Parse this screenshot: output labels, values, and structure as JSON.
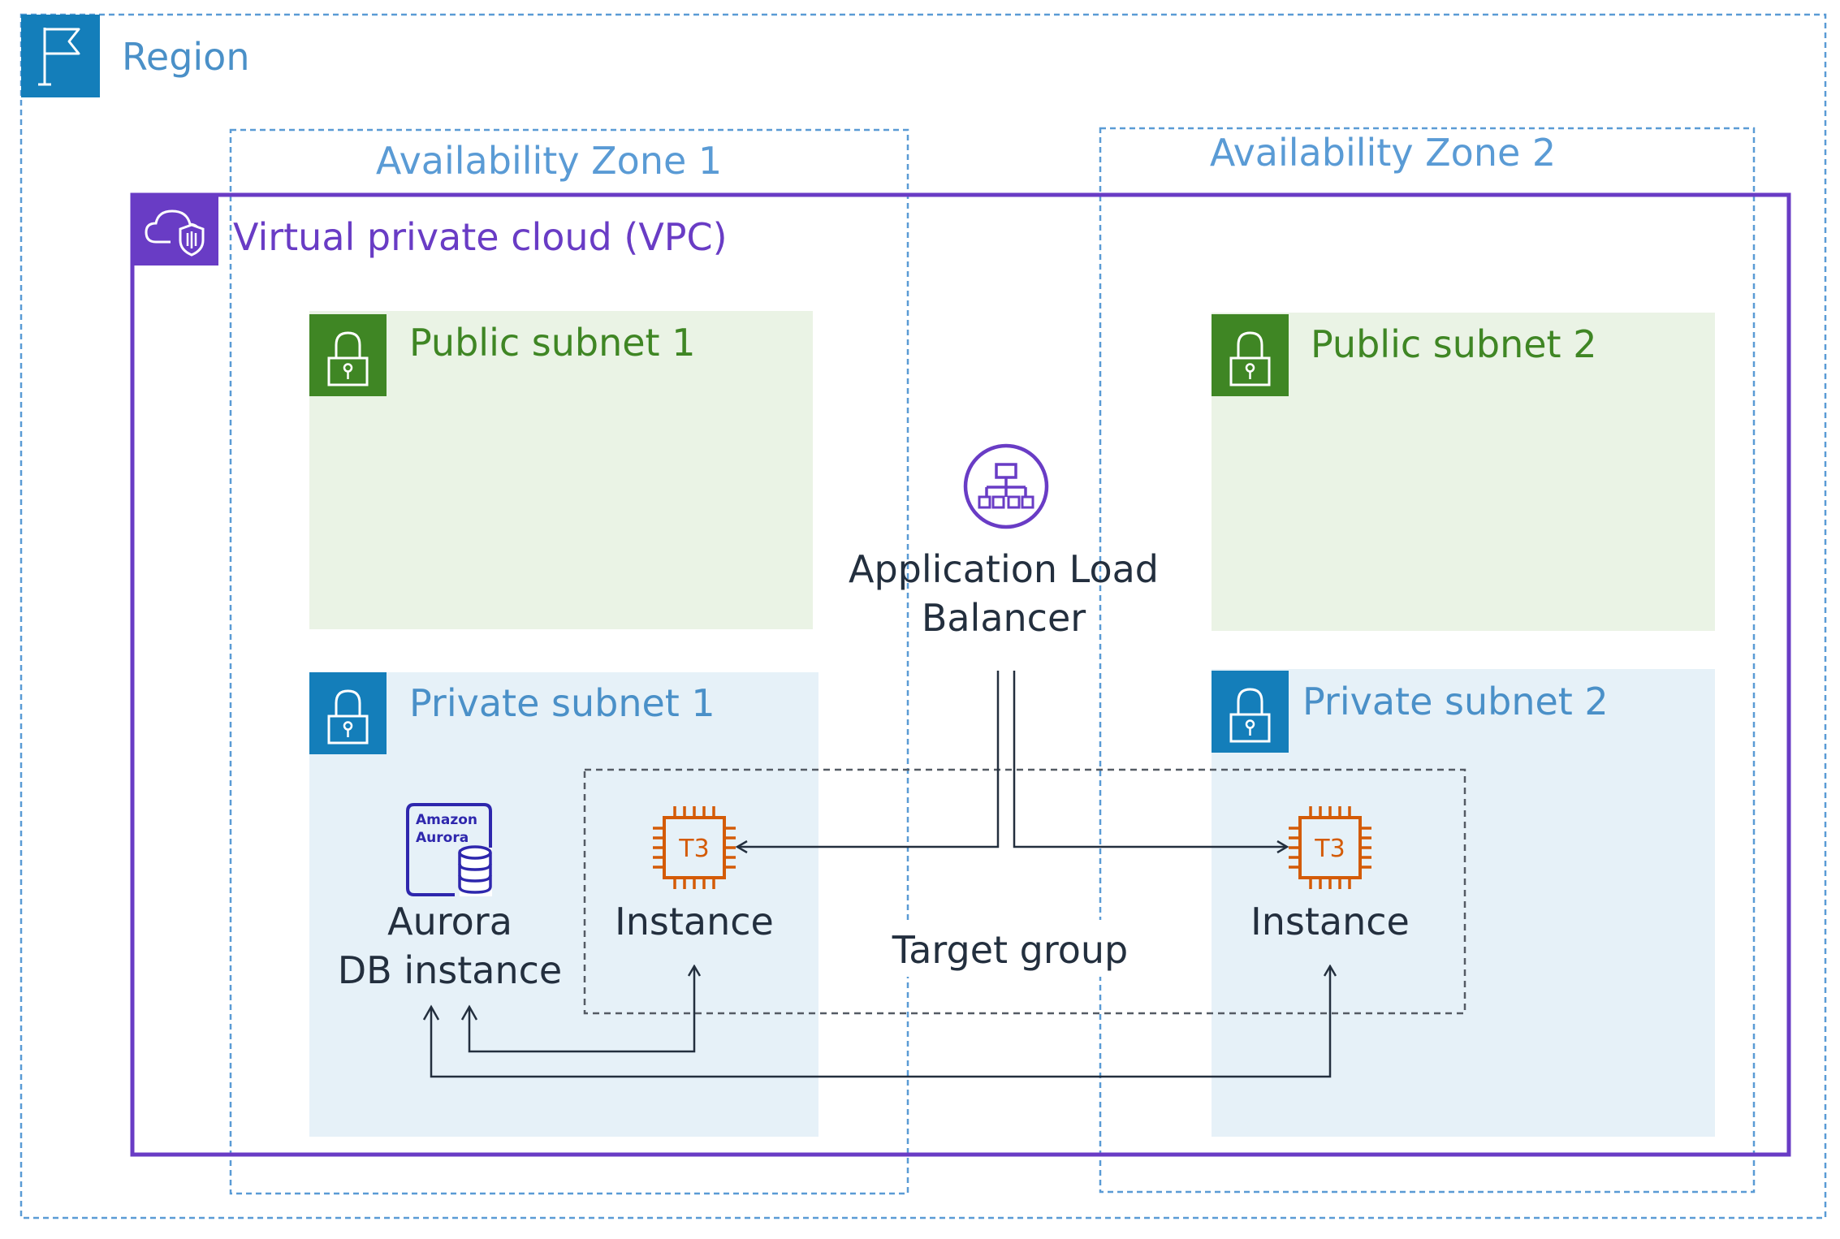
{
  "region": {
    "label": "Region"
  },
  "availability_zones": [
    {
      "label": "Availability Zone 1"
    },
    {
      "label": "Availability Zone 2"
    }
  ],
  "vpc": {
    "label": "Virtual private cloud (VPC)"
  },
  "subnets": {
    "public_1": {
      "label": "Public subnet 1"
    },
    "public_2": {
      "label": "Public subnet 2"
    },
    "private_1": {
      "label": "Private subnet 1"
    },
    "private_2": {
      "label": "Private subnet 2"
    }
  },
  "load_balancer": {
    "line1": "Application Load",
    "line2": "Balancer"
  },
  "aurora": {
    "logo_line1": "Amazon",
    "logo_line2": "Aurora",
    "line1": "Aurora",
    "line2": "DB instance"
  },
  "instances": [
    {
      "type": "T3",
      "label": "Instance"
    },
    {
      "type": "T3",
      "label": "Instance"
    }
  ],
  "target_group": {
    "label": "Target group"
  },
  "colors": {
    "region_blue": "#147EBA",
    "zone_label_blue": "#5A9BD5",
    "vpc_purple": "#693CC5",
    "public_green": "#3F8624",
    "public_fill": "#EAF3E5",
    "private_blue": "#147EBA",
    "private_fill": "#E6F1F8",
    "ec2_orange": "#D45B07",
    "aurora_navy": "#2E27AD",
    "arrow_dark": "#232F3E",
    "text_dark": "#232F3E"
  },
  "icons": {
    "region": "flag-icon",
    "vpc": "cloud-shield-icon",
    "subnet": "padlock-icon",
    "load_balancer": "elb-icon",
    "ec2": "chip-icon",
    "aurora": "aurora-db-icon"
  }
}
